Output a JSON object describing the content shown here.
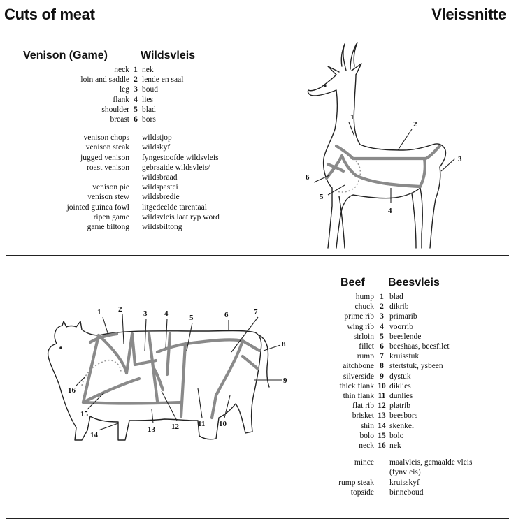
{
  "header": {
    "title_en": "Cuts of meat",
    "title_af": "Vleissnitte"
  },
  "venison": {
    "heading_en": "Venison (Game)",
    "heading_af": "Wildsvleis",
    "cuts": [
      {
        "en": "neck",
        "n": "1",
        "af": "nek"
      },
      {
        "en": "loin and saddle",
        "n": "2",
        "af": "lende en saal"
      },
      {
        "en": "leg",
        "n": "3",
        "af": "boud"
      },
      {
        "en": "flank",
        "n": "4",
        "af": "lies"
      },
      {
        "en": "shoulder",
        "n": "5",
        "af": "blad"
      },
      {
        "en": "breast",
        "n": "6",
        "af": "bors"
      }
    ],
    "terms": [
      {
        "en": "venison chops",
        "af": "wildstjop"
      },
      {
        "en": "venison steak",
        "af": "wildskyf"
      },
      {
        "en": "jugged venison",
        "af": "fyngestoofde wildsvleis"
      },
      {
        "en": "roast venison",
        "af": "gebraaide wildsvleis/"
      },
      {
        "en": "",
        "af": "wildsbraad"
      },
      {
        "en": "venison pie",
        "af": "wildspastei"
      },
      {
        "en": "venison stew",
        "af": "wildsbredie"
      },
      {
        "en": "jointed guinea fowl",
        "af": "litgedeelde tarentaal"
      },
      {
        "en": "ripen game",
        "af": "wildsvleis laat ryp word"
      },
      {
        "en": "game biltong",
        "af": "wildsbiltong"
      }
    ],
    "diagram_labels": [
      "1",
      "2",
      "3",
      "4",
      "5",
      "6"
    ]
  },
  "beef": {
    "heading_en": "Beef",
    "heading_af": "Beesvleis",
    "cuts": [
      {
        "en": "hump",
        "n": "1",
        "af": "blad"
      },
      {
        "en": "chuck",
        "n": "2",
        "af": "dikrib"
      },
      {
        "en": "prime rib",
        "n": "3",
        "af": "primarib"
      },
      {
        "en": "wing rib",
        "n": "4",
        "af": "voorrib"
      },
      {
        "en": "sirloin",
        "n": "5",
        "af": "beeslende"
      },
      {
        "en": "fillet",
        "n": "6",
        "af": "beeshaas, beesfilet"
      },
      {
        "en": "rump",
        "n": "7",
        "af": "kruisstuk"
      },
      {
        "en": "aitchbone",
        "n": "8",
        "af": "stertstuk, ysbeen"
      },
      {
        "en": "silverside",
        "n": "9",
        "af": "dystuk"
      },
      {
        "en": "thick flank",
        "n": "10",
        "af": "diklies"
      },
      {
        "en": "thin flank",
        "n": "11",
        "af": "dunlies"
      },
      {
        "en": "flat rib",
        "n": "12",
        "af": "platrib"
      },
      {
        "en": "brisket",
        "n": "13",
        "af": "beesbors"
      },
      {
        "en": "shin",
        "n": "14",
        "af": "skenkel"
      },
      {
        "en": "bolo",
        "n": "15",
        "af": "bolo"
      },
      {
        "en": "neck",
        "n": "16",
        "af": "nek"
      }
    ],
    "terms": [
      {
        "en": "mince",
        "af": "maalvleis, gemaalde vleis"
      },
      {
        "en": "",
        "af": "(fynvleis)"
      },
      {
        "en": "rump steak",
        "af": "kruisskyf"
      },
      {
        "en": "topside",
        "af": "binneboud"
      }
    ],
    "diagram_labels": [
      "1",
      "2",
      "3",
      "4",
      "5",
      "6",
      "7",
      "8",
      "9",
      "10",
      "11",
      "12",
      "13",
      "14",
      "15",
      "16"
    ]
  }
}
